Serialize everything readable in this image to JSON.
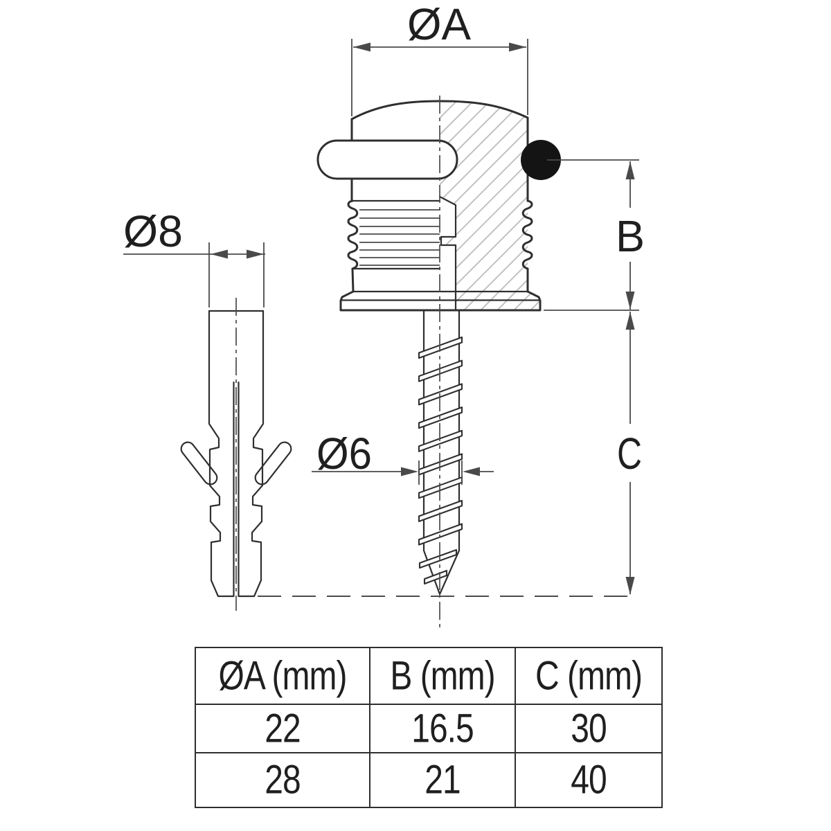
{
  "figure": {
    "type": "technical-drawing-door-stop",
    "labels": {
      "dia_a": "ØA",
      "dia_8": "Ø8",
      "dia_6": "Ø6",
      "b": "B",
      "c": "C"
    }
  },
  "table": {
    "headers": [
      "ØA (mm)",
      "B (mm)",
      "C (mm)"
    ],
    "rows": [
      [
        "22",
        "16.5",
        "30"
      ],
      [
        "28",
        "21",
        "40"
      ]
    ]
  },
  "colors": {
    "line": "#2f2f2f",
    "thin": "#4a4a4a",
    "hatch": "#b9b9b9",
    "dot": "#141414",
    "text": "#1f1f1f",
    "table_border": "#2e2e2e",
    "bg": "#ffffff"
  }
}
